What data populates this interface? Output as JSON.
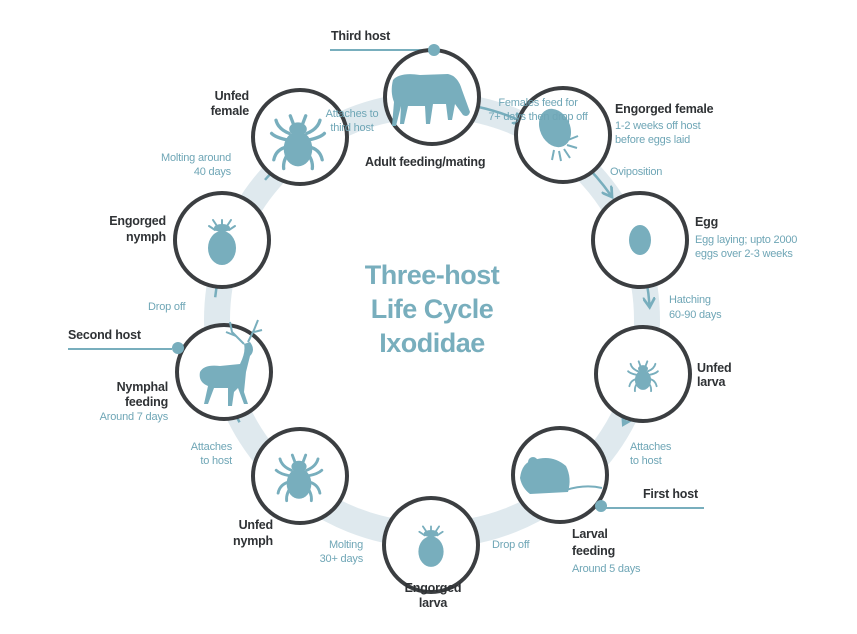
{
  "title": {
    "line1": "Three-host",
    "line2": "Life Cycle",
    "line3": "Ixodidae"
  },
  "colors": {
    "accent": "#78aebd",
    "ring": "#dfe9ee",
    "circle_stroke": "#3b3e41",
    "label": "#2f3235"
  },
  "hosts": {
    "third": "Third host",
    "second": "Second host",
    "first": "First host"
  },
  "stages": {
    "adult_feeding": {
      "label": "Adult feeding/mating",
      "icon": "cow-icon"
    },
    "engorged_female": {
      "label": "Engorged female",
      "sub1": "1-2 weeks off host",
      "sub2": "before eggs laid",
      "icon": "engorged-tick-icon"
    },
    "egg": {
      "label": "Egg",
      "sub1": "Egg laying; upto 2000",
      "sub2": "eggs over 2-3 weeks",
      "icon": "egg-icon"
    },
    "unfed_larva": {
      "label1": "Unfed",
      "label2": "larva",
      "icon": "tick-icon"
    },
    "larval_feeding": {
      "label1": "Larval",
      "label2": "feeding",
      "sub": "Around 5 days",
      "icon": "rat-icon"
    },
    "engorged_larva": {
      "label1": "Engorged",
      "label2": "larva",
      "icon": "engorged-tick-icon"
    },
    "unfed_nymph": {
      "label1": "Unfed",
      "label2": "nymph",
      "icon": "tick-icon"
    },
    "nymphal_feeding": {
      "label1": "Nymphal",
      "label2": "feeding",
      "sub": "Around 7 days",
      "icon": "deer-icon"
    },
    "engorged_nymph": {
      "label1": "Engorged",
      "label2": "nymph",
      "icon": "engorged-tick-icon"
    },
    "unfed_female": {
      "label1": "Unfed",
      "label2": "female",
      "icon": "tick-icon"
    }
  },
  "transitions": {
    "females_feed": {
      "l1": "Females feed for",
      "l2": "7+ days then drop off"
    },
    "oviposition": {
      "l1": "Oviposition"
    },
    "hatching": {
      "l1": "Hatching",
      "l2": "60-90 days"
    },
    "attaches_larva": {
      "l1": "Attaches",
      "l2": "to host"
    },
    "drop_off_larva": {
      "l1": "Drop off"
    },
    "molting_30": {
      "l1": "Molting",
      "l2": "30+ days"
    },
    "attaches_nymph": {
      "l1": "Attaches",
      "l2": "to host"
    },
    "drop_off_nymph": {
      "l1": "Drop off"
    },
    "molting_40": {
      "l1": "Molting around",
      "l2": "40 days"
    },
    "attaches_third": {
      "l1": "Attaches to",
      "l2": "third host"
    }
  }
}
